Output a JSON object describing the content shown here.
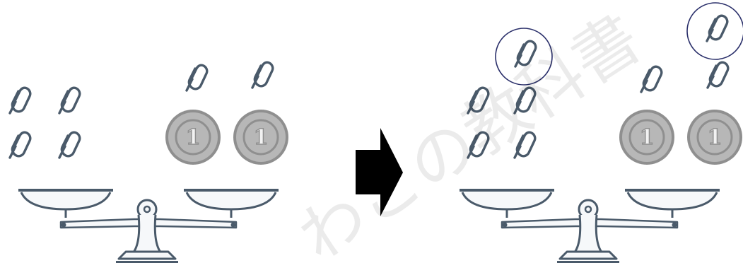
{
  "figure": {
    "background": "#ffffff",
    "line_color": "#4a5a6a",
    "coin_fill": "#b7b7b7",
    "coin_edge": "#8f8f8f",
    "arrow_color": "#000000",
    "circle_color": "#2a2f6a"
  },
  "left_scale": {
    "state": "balanced",
    "left_pan_clips": 4,
    "right_pan_clips": 2,
    "right_pan_coins": 2,
    "coin_label": "1"
  },
  "right_scale": {
    "state": "balanced",
    "left_pan_clips": 5,
    "right_pan_clips": 3,
    "right_pan_coins": 2,
    "circled_added_clips": 2,
    "coin_label": "1"
  },
  "arrow": {
    "direction": "right",
    "icon": "block-arrow-right-icon"
  },
  "watermark": {
    "text": "わこの教科書",
    "color": "#e6e6e6"
  }
}
